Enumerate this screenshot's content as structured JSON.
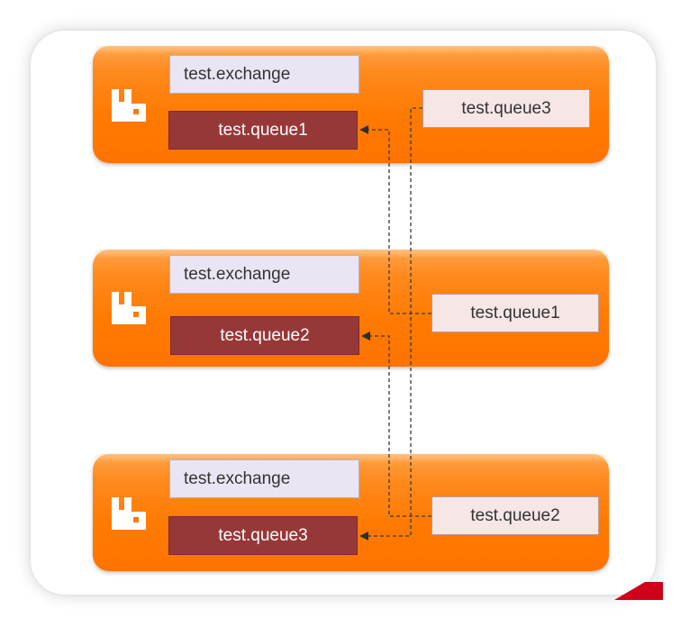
{
  "colors": {
    "node_orange": "#ff7a00",
    "exchange_fill": "#ebe5f3",
    "local_queue_fill": "#973838",
    "mirror_queue_fill": "#f6e6e6",
    "arrow_color": "#3a3a3a"
  },
  "icons": {
    "node_logo": "rabbitmq-logo-icon"
  },
  "nodes": [
    {
      "exchange": "test.exchange",
      "queue": "test.queue1",
      "mirror": "test.queue3"
    },
    {
      "exchange": "test.exchange",
      "queue": "test.queue2",
      "mirror": "test.queue1"
    },
    {
      "exchange": "test.exchange",
      "queue": "test.queue3",
      "mirror": "test.queue2"
    }
  ]
}
